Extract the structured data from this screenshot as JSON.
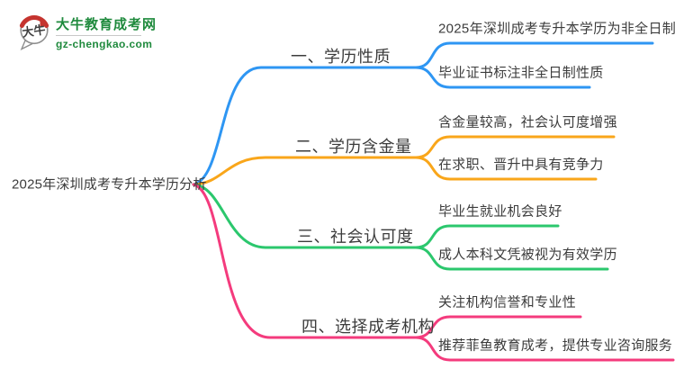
{
  "colors": {
    "blue": "#2E96F3",
    "orange": "#F9A61A",
    "green": "#2BC76D",
    "pink": "#F43B7D",
    "text": "#3C3C3C",
    "logo_green": "#1F8A3D",
    "logo_red": "#C5342F"
  },
  "logo": {
    "icon_text": "大牛",
    "title": "大牛教育成考网",
    "domain": "gz-chengkao.com"
  },
  "mindmap": {
    "root": "2025年深圳成考专升本学历分析",
    "branches": [
      {
        "label": "一、学历性质",
        "children": [
          "2025年深圳成考专升本学历为非全日制",
          "毕业证书标注非全日制性质"
        ]
      },
      {
        "label": "二、学历含金量",
        "children": [
          "含金量较高，社会认可度增强",
          "在求职、晋升中具有竞争力"
        ]
      },
      {
        "label": "三、社会认可度",
        "children": [
          "毕业生就业机会良好",
          "成人本科文凭被视为有效学历"
        ]
      },
      {
        "label": "四、选择成考机构",
        "children": [
          "关注机构信誉和专业性",
          "推荐菲鱼教育成考，提供专业咨询服务"
        ]
      }
    ]
  }
}
